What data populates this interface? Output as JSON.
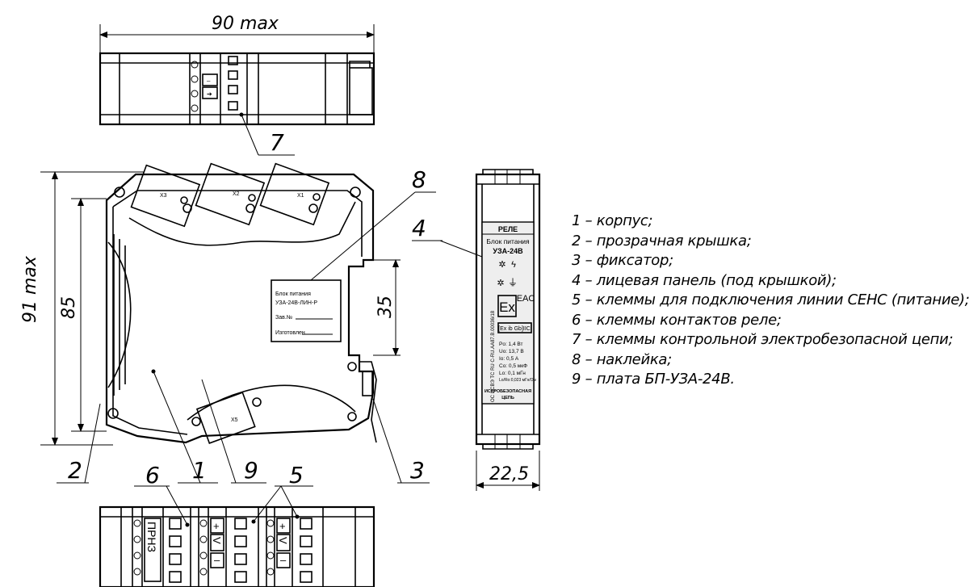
{
  "dimensions": {
    "width_max": "90 max",
    "height_max": "91 max",
    "height": "85",
    "rail": "35",
    "depth": "22,5"
  },
  "callouts": {
    "c1": "1",
    "c2": "2",
    "c3": "3",
    "c4": "4",
    "c5": "5",
    "c6": "6",
    "c7": "7",
    "c8": "8",
    "c9": "9"
  },
  "connectors": {
    "x1": "X1",
    "x2": "X2",
    "x3": "X3",
    "x5": "X5"
  },
  "sticker": {
    "line1": "Блок питания",
    "line2": "УЗА-24В-ЛИН-Р",
    "serial": "Зав.№",
    "maker": "Изготовлен"
  },
  "terminal_marks": {
    "minus": "–",
    "plus": "+",
    "v": "V",
    "prnz": "ПРНЗ"
  },
  "front_panel": {
    "header": "РЕЛЕ",
    "title": "Блок питания",
    "model": "УЗА-24В",
    "ex": "Ex",
    "eac": "EAC",
    "marking": "[Ex ib Gb]IIC",
    "cert": "ОС ЦСВЭ ТС RU C-RU.AA87.B.00036/18",
    "params": [
      "Po: 1,4 Вт",
      "Uo: 13,7 В",
      "Io:   0,5 А",
      "Co: 0,5 мкФ",
      "Lo:   0,1 мГн",
      "Lo/Ro:0,023 мГн/Ом"
    ],
    "footer1": "ИСКРОБЕЗОПАСНАЯ",
    "footer2": "ЦЕПЬ"
  },
  "legend": [
    "1 – корпус;",
    "2 – прозрачная крышка;",
    "3 – фиксатор;",
    "4 – лицевая панель (под крышкой);",
    "5 – клеммы для подключения линии СЕНС (питание);",
    "6 – клеммы контактов реле;",
    "7 – клеммы контрольной электробезопасной цепи;",
    "8 – наклейка;",
    "9 – плата БП-УЗА-24В."
  ]
}
